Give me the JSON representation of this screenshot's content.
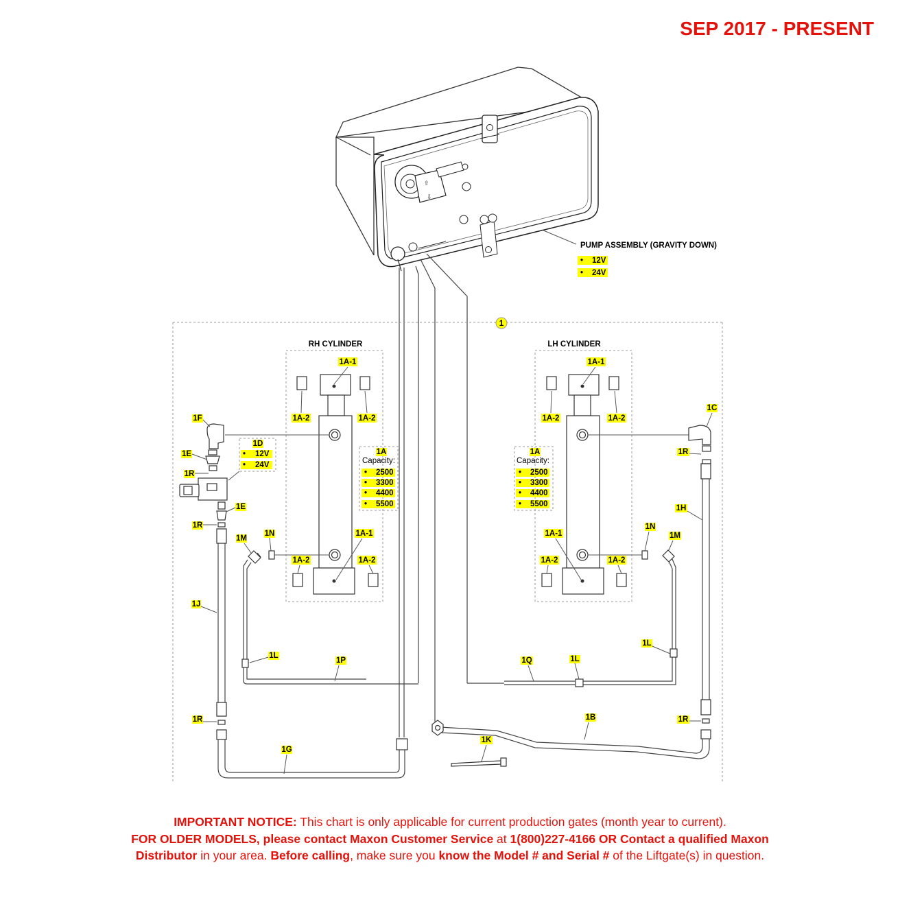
{
  "header": {
    "date_range": "SEP 2017 - PRESENT"
  },
  "pump": {
    "title": "PUMP ASSEMBLY (GRAVITY DOWN)",
    "options": [
      "12V",
      "24V"
    ]
  },
  "group_callout": "1",
  "rh": {
    "title": "RH CYLINDER",
    "top_valve": "1A-1",
    "top_left_cap": "1A-2",
    "top_right_cap": "1A-2",
    "bottom_valve": "1A-1",
    "bottom_left_cap": "1A-2",
    "bottom_right_cap": "1A-2",
    "cylinder_callout": "1A",
    "capacity_label": "Capacity:",
    "capacities": [
      "2500",
      "3300",
      "4400",
      "5500"
    ]
  },
  "lh": {
    "title": "LH CYLINDER",
    "top_valve": "1A-1",
    "top_left_cap": "1A-2",
    "top_right_cap": "1A-2",
    "bottom_valve": "1A-1",
    "bottom_left_cap": "1A-2",
    "bottom_right_cap": "1A-2",
    "cylinder_callout": "1A",
    "capacity_label": "Capacity:",
    "capacities": [
      "2500",
      "3300",
      "4400",
      "5500"
    ]
  },
  "valve": {
    "callout": "1D",
    "options": [
      "12V",
      "24V"
    ]
  },
  "callouts": {
    "elbow_rh": "1F",
    "adapter_top": "1E",
    "oring_top": "1R",
    "adapter_bottom": "1E",
    "oring_mid_left": "1R",
    "hose_rh": "1J",
    "oring_low_left": "1R",
    "tube_bottom": "1G",
    "fitting_m_rh": "1M",
    "fitting_n_rh": "1N",
    "tee_rh": "1L",
    "tube_p": "1P",
    "tube_q": "1Q",
    "tee_mid": "1L",
    "tee_lh": "1L",
    "fitting_n_lh": "1N",
    "fitting_m_lh": "1M",
    "elbow_lh": "1C",
    "oring_top_right": "1R",
    "hose_lh": "1H",
    "oring_low_right": "1R",
    "tube_b": "1B",
    "tie": "1K"
  },
  "notice": {
    "l1_b": "IMPORTANT NOTICE:",
    "l1_t": " This chart is only applicable for current production gates (month year to current).",
    "l2_b1": "FOR OLDER MODELS, please contact Maxon Customer Service",
    "l2_t1": " at ",
    "l2_b2": "1(800)227-4166 OR Contact a qualified Maxon",
    "l3_b1": "Distributor",
    "l3_t1": " in your area. ",
    "l3_b2": "Before calling",
    "l3_t2": ", make sure you ",
    "l3_b3": "know the Model # and Serial #",
    "l3_t3": " of the Liftgate(s) in question."
  }
}
